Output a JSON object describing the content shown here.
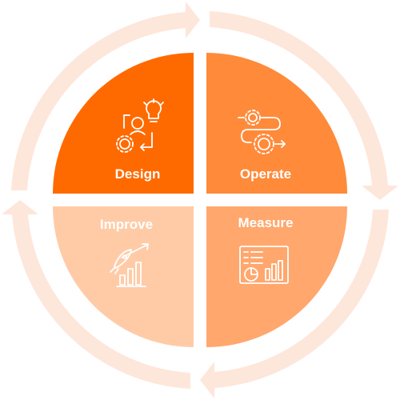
{
  "cycle": {
    "quadrants": [
      {
        "label": "Design",
        "icon": "gear-person-lightbulb-icon",
        "color": "#FF6A00"
      },
      {
        "label": "Operate",
        "icon": "process-gears-icon",
        "color": "#FF8A3A"
      },
      {
        "label": "Measure",
        "icon": "dashboard-chart-icon",
        "color": "#FFA76D"
      },
      {
        "label": "Improve",
        "icon": "rocket-growth-icon",
        "color": "#FFCBA7"
      }
    ],
    "arrow_color": "#FDE7DA"
  }
}
